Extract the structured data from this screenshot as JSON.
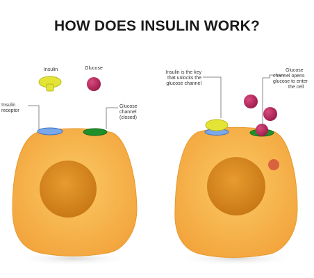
{
  "title": "HOW DOES INSULIN WORK?",
  "labels": {
    "insulin": "Insulin",
    "glucose": "Glucose",
    "insulin_receptor": [
      "Insulin",
      "receptor"
    ],
    "glucose_channel_closed": [
      "Glucose",
      "channel",
      "(closed)"
    ],
    "insulin_key": [
      "Insulin is the key",
      "that unlocks the",
      "glucose channel"
    ],
    "glucose_channel_open": [
      "Glucose",
      "channel opens",
      "glucose to enter",
      "the cell"
    ]
  },
  "colors": {
    "cell_fill": "#f7b347",
    "cell_edge": "#e79a2c",
    "nucleus": "#d3851e",
    "receptor": "#7aa8e8",
    "channel": "#1f8f2a",
    "insulin": "#e4e436",
    "glucose": "#b8275d"
  }
}
